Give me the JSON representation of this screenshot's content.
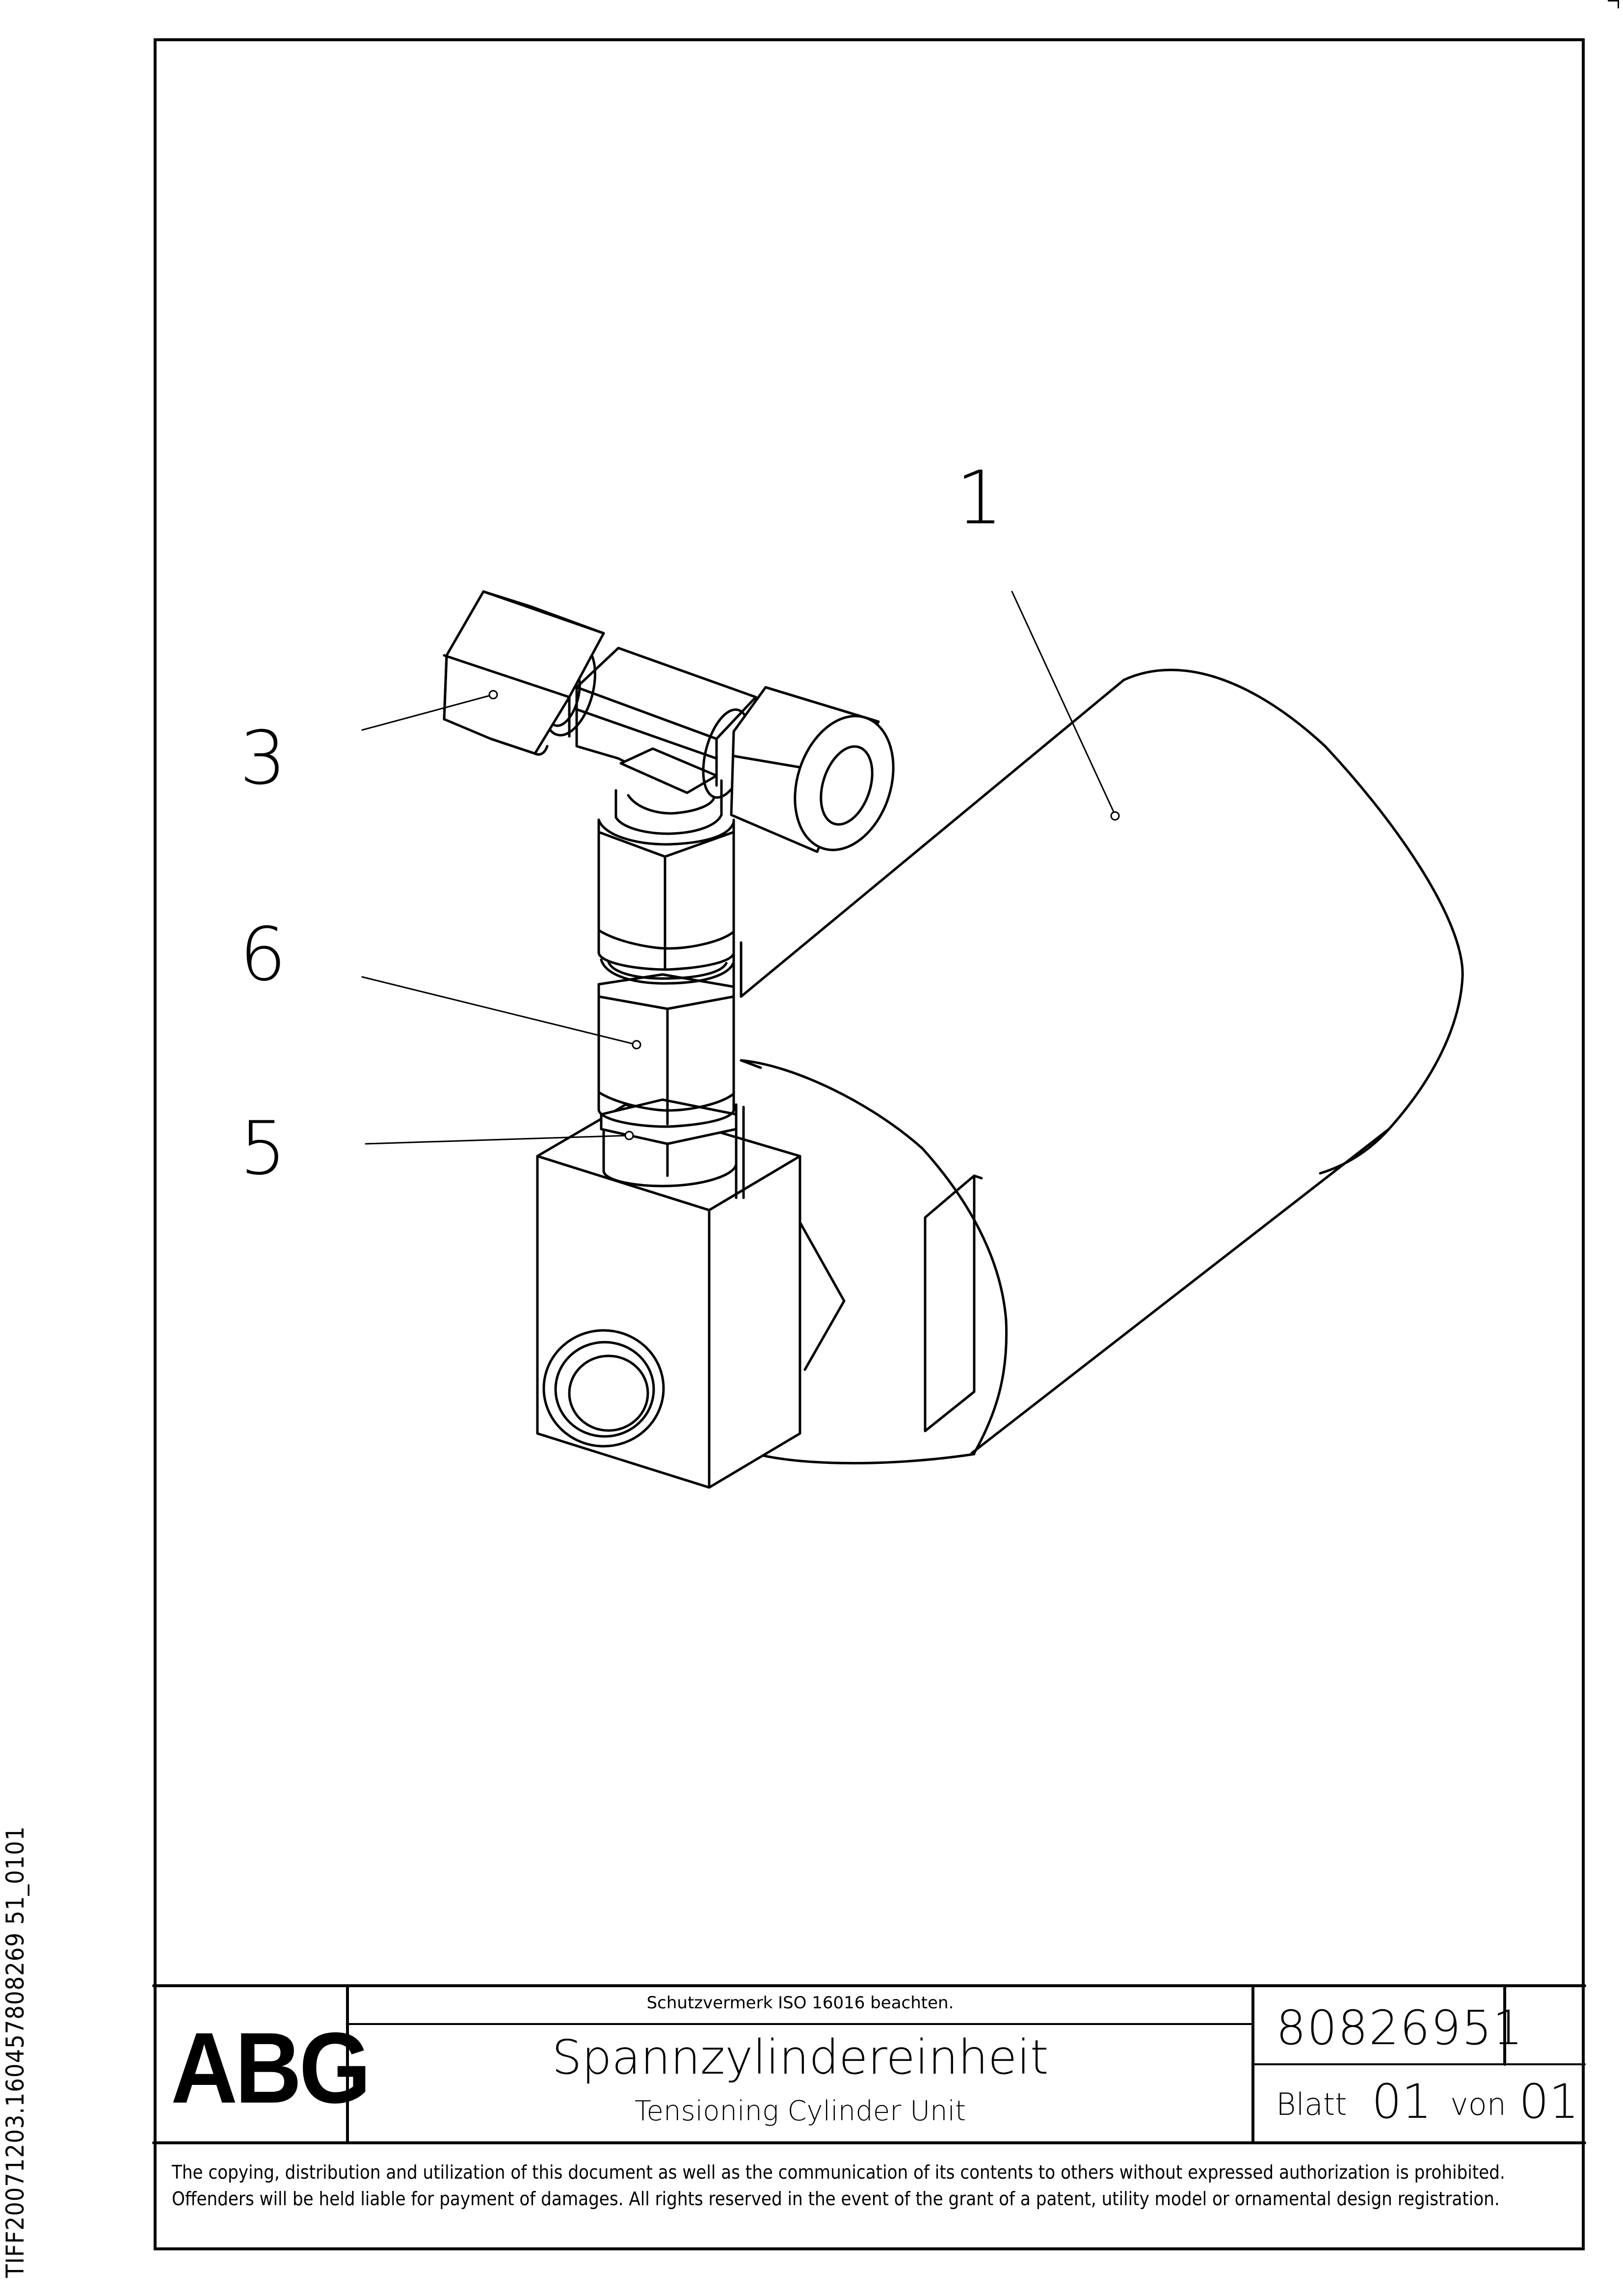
{
  "side_label": "TIFF20071203.160457808269 51_0101",
  "callouts": [
    {
      "id": "1",
      "label": "1"
    },
    {
      "id": "3",
      "label": "3"
    },
    {
      "id": "6",
      "label": "6"
    },
    {
      "id": "5",
      "label": "5"
    }
  ],
  "title_block": {
    "logo": "ABG",
    "protection_note": "Schutzvermerk ISO 16016 beachten.",
    "title_de": "Spannzylindereinheit",
    "title_en": "Tensioning Cylinder Unit",
    "drawing_number": "80826951",
    "sheet_label": "Blatt",
    "sheet_number": "01",
    "of_label": "von",
    "sheet_total": "01"
  },
  "legal_notice": "The copying, distribution and utilization of this document as well as the communication of its contents to others without expressed authorization is prohibited. Offenders will be held liable for payment of damages. All rights reserved in the event of the grant of a patent, utility model or ornamental design registration."
}
